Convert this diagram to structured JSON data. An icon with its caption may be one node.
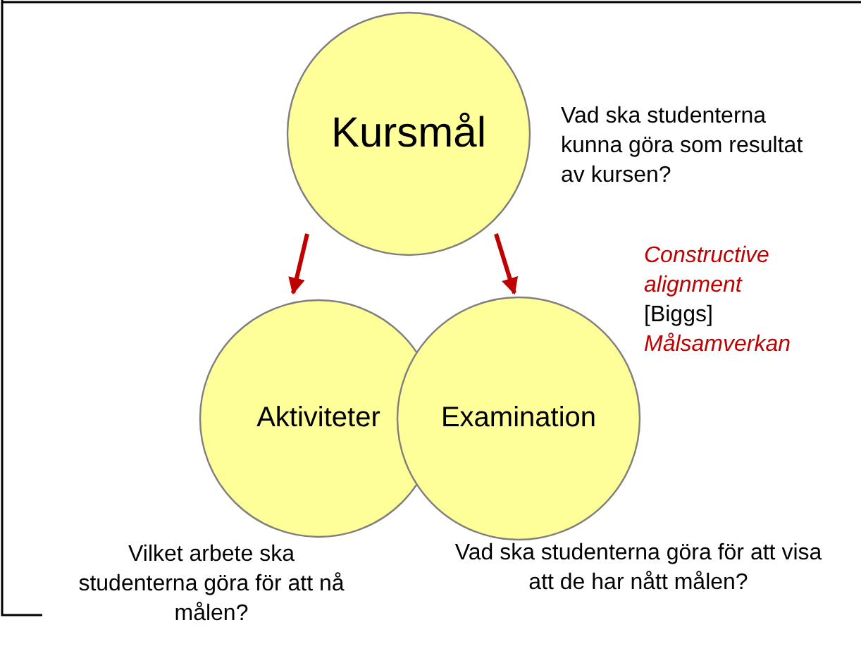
{
  "diagram": {
    "nodes": [
      {
        "text": [
          "Kursmål"
        ],
        "beside": [
          "Vad ska studenterna kunna göra som resultat av kursen?"
        ]
      },
      {
        "text": [
          "Aktiviteter"
        ],
        "beside": [
          "Vilket arbete ska studenterna göra för att nå målen?"
        ]
      },
      {
        "text": [
          "Examination"
        ],
        "beside": [
          "Vad ska studenterna göra för att visa att de har nått målen?"
        ]
      }
    ],
    "edges": [
      {
        "from": 0,
        "to": 1,
        "arrow": "to"
      },
      {
        "from": 0,
        "to": 2,
        "arrow": "to"
      }
    ],
    "labels": [
      "Constructive alignment",
      "[Biggs]",
      "Målsamverkan"
    ]
  }
}
